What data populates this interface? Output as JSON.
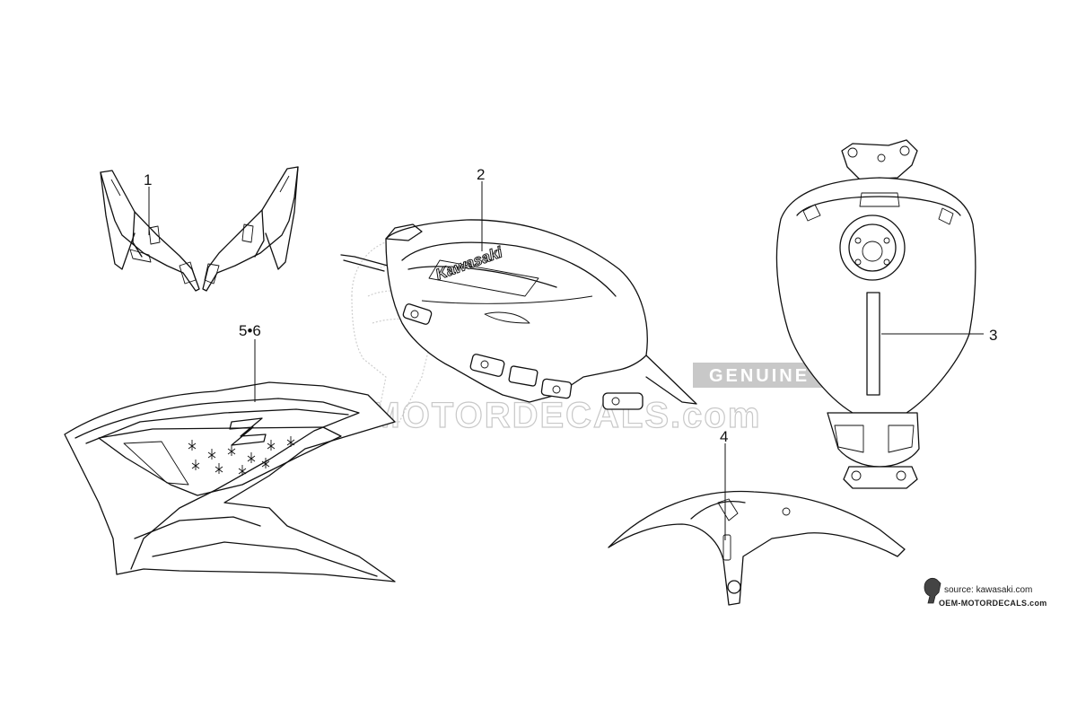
{
  "parts": [
    {
      "ref": "1",
      "name": "front cowl decal"
    },
    {
      "ref": "2",
      "name": "fuel tank side decal"
    },
    {
      "ref": "3",
      "name": "fuel tank top stripe"
    },
    {
      "ref": "4",
      "name": "front fender decal"
    },
    {
      "ref": "5•6",
      "name": "shroud Z decal"
    }
  ],
  "labels": {
    "p1": "1",
    "p2": "2",
    "p3": "3",
    "p4": "4",
    "p56": "5•6"
  },
  "tank_brand_text": "Kawasaki",
  "watermark": {
    "genuine": "GENUINE",
    "site": "OEM-MOTORDECALS.com"
  },
  "source": {
    "line1": "source: kawasaki.com",
    "line2": "OEM-MOTORDECALS.com"
  },
  "colors": {
    "line": "#111111",
    "watermark": "#c8c8c8",
    "background": "#ffffff"
  }
}
